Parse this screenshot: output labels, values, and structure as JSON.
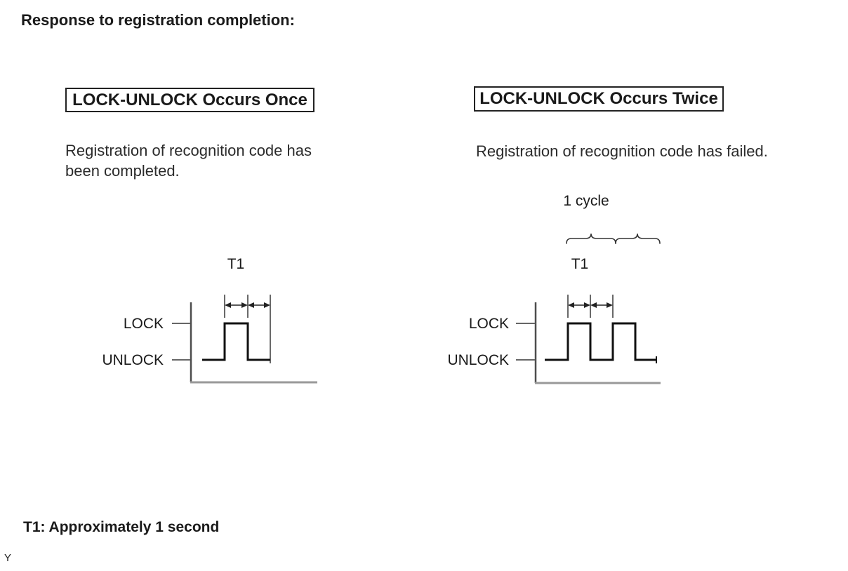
{
  "page": {
    "title": "Response to registration completion:",
    "footnote": "T1: Approximately 1 second",
    "page_marker": "Y"
  },
  "colors": {
    "background": "#ffffff",
    "text": "#1a1a1a",
    "waveform": "#111111",
    "axis_vertical": "#4d4d4d",
    "axis_horizontal": "#999999",
    "box_border": "#222222"
  },
  "panels": {
    "once": {
      "heading": "LOCK-UNLOCK Occurs Once",
      "description": "Registration of recognition code has been completed.",
      "diagram": {
        "t1_label": "T1",
        "lock_label": "LOCK",
        "unlock_label": "UNLOCK",
        "pulse_count": 1
      }
    },
    "twice": {
      "heading": "LOCK-UNLOCK Occurs Twice",
      "description": "Registration of recognition code has failed.",
      "cycle_label": "1 cycle",
      "diagram": {
        "t1_label": "T1",
        "lock_label": "LOCK",
        "unlock_label": "UNLOCK",
        "pulse_count": 2
      }
    }
  }
}
